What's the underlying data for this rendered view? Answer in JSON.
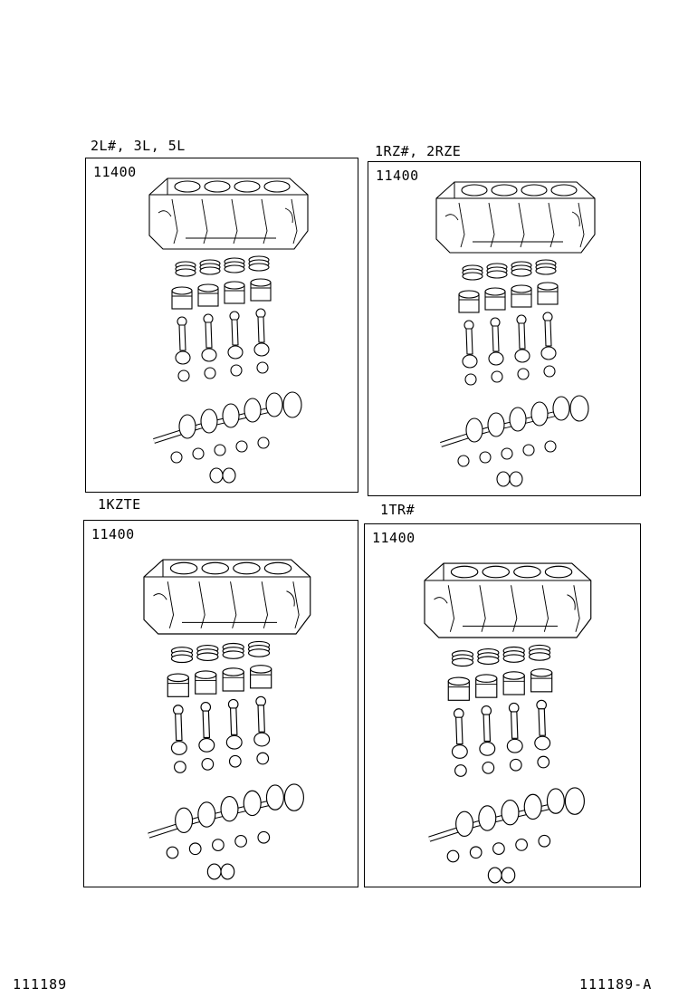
{
  "panels": [
    {
      "engine": "2L#, 3L, 5L",
      "part_no": "11400"
    },
    {
      "engine": "1RZ#, 2RZE",
      "part_no": "11400"
    },
    {
      "engine": "1KZTE",
      "part_no": "11400"
    },
    {
      "engine": "1TR#",
      "part_no": "11400"
    }
  ],
  "footer": {
    "left": "111189",
    "right": "111189-A"
  }
}
